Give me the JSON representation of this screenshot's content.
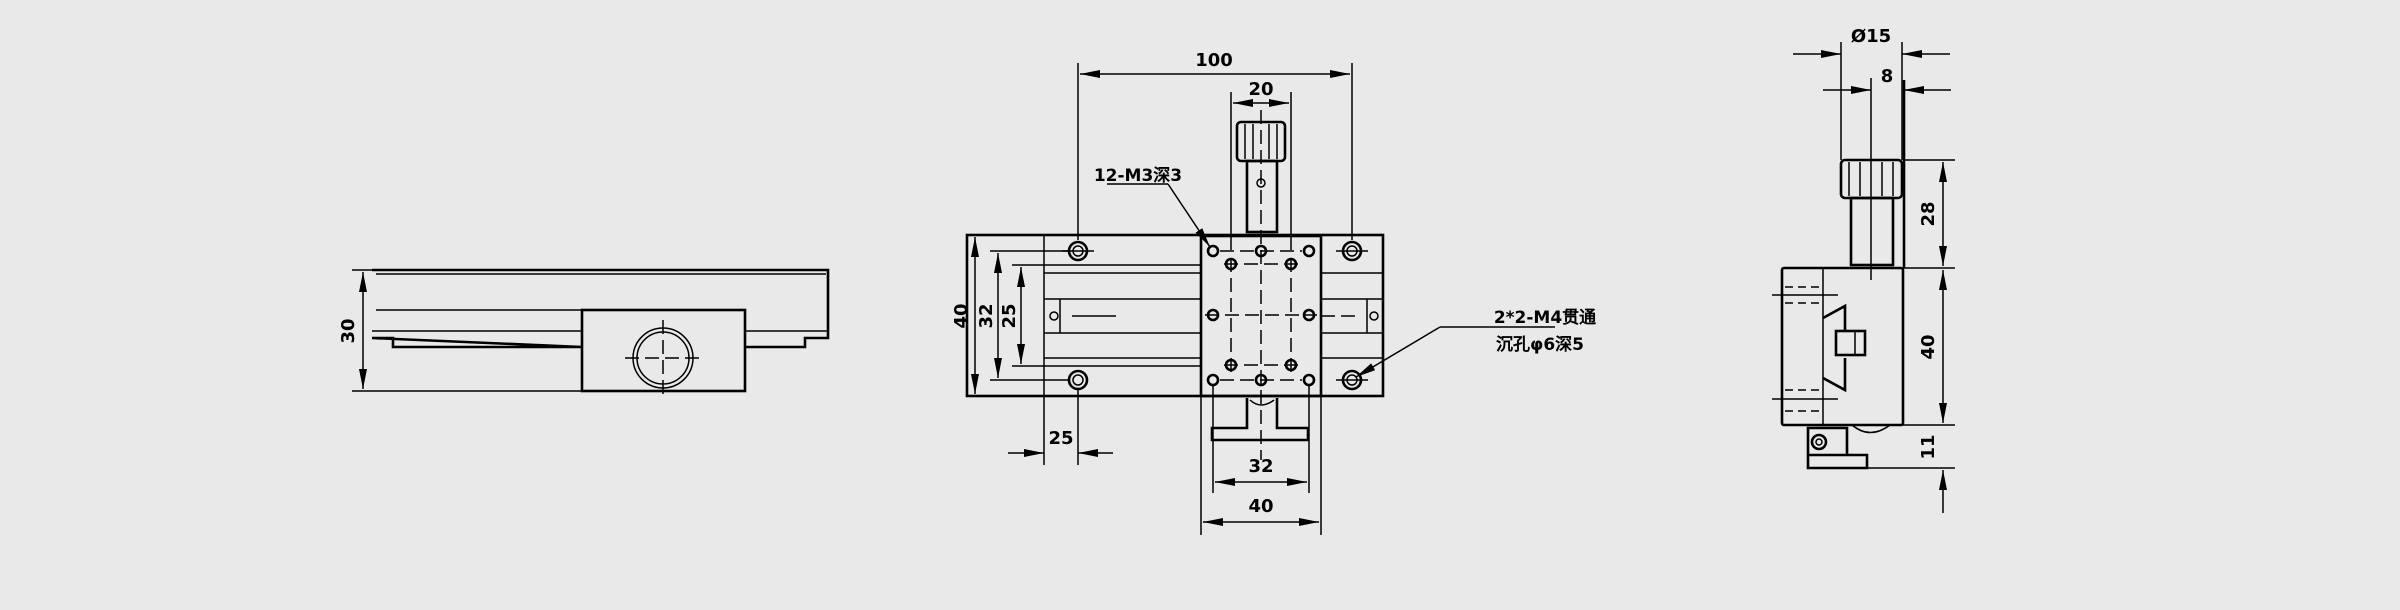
{
  "colors": {
    "background": "#e9e9e9",
    "line": "#000000"
  },
  "front_view": {
    "dim_height": "30"
  },
  "top_view": {
    "dim_hole_spacing": "100",
    "dim_knob_width": "20",
    "dim_base_width": "40",
    "dim_hole_rows": "32",
    "dim_rail": "25",
    "dim_edge_offset": "25",
    "dim_carriage_holes": "32",
    "dim_carriage_width": "40",
    "note_carriage_holes": "12-M3深3",
    "note_base_holes_line1": "2*2-M4贯通",
    "note_base_holes_line2": "沉孔φ6深5"
  },
  "side_view": {
    "dim_knob_diameter": "Ø15",
    "dim_knob_offset": "8",
    "dim_knob_height": "28",
    "dim_body_height": "40",
    "dim_bottom": "11"
  }
}
